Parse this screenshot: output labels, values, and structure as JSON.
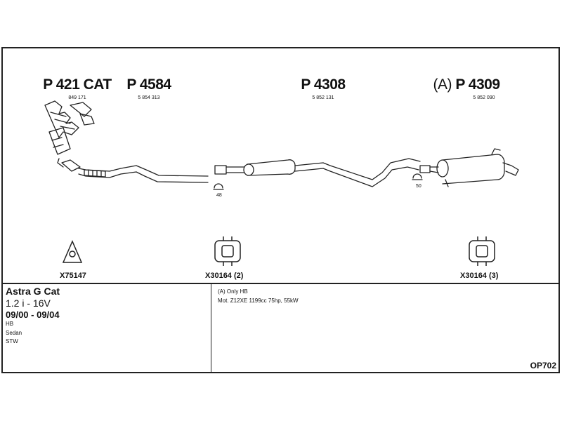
{
  "parts": {
    "cat": {
      "number": "P 421 CAT",
      "oe": "849 171"
    },
    "front_pipe": {
      "number": "P 4584",
      "oe": "5 854 313"
    },
    "middle": {
      "number": "P 4308",
      "oe": "5 852 131"
    },
    "rear": {
      "prefix": "(A)",
      "number": "P 4309",
      "oe": "5 852 090"
    }
  },
  "accessories": [
    {
      "code": "X75147",
      "icon": "triangle-gasket-icon"
    },
    {
      "code": "X30164 (2)",
      "icon": "rubber-hanger-icon"
    },
    {
      "code": "X30164 (3)",
      "icon": "rubber-hanger-icon"
    }
  ],
  "dimensions": {
    "d1": "48",
    "d2": "50"
  },
  "vehicle": {
    "model": "Astra G Cat",
    "engine": "1.2 i - 16V",
    "years": "09/00 - 09/04",
    "body_types": [
      "HB",
      "Sedan",
      "STW"
    ]
  },
  "notes": [
    "(A) Only HB",
    "Mot. Z12XE 1199cc 75hp, 55kW"
  ],
  "diagram_code": "OP702"
}
